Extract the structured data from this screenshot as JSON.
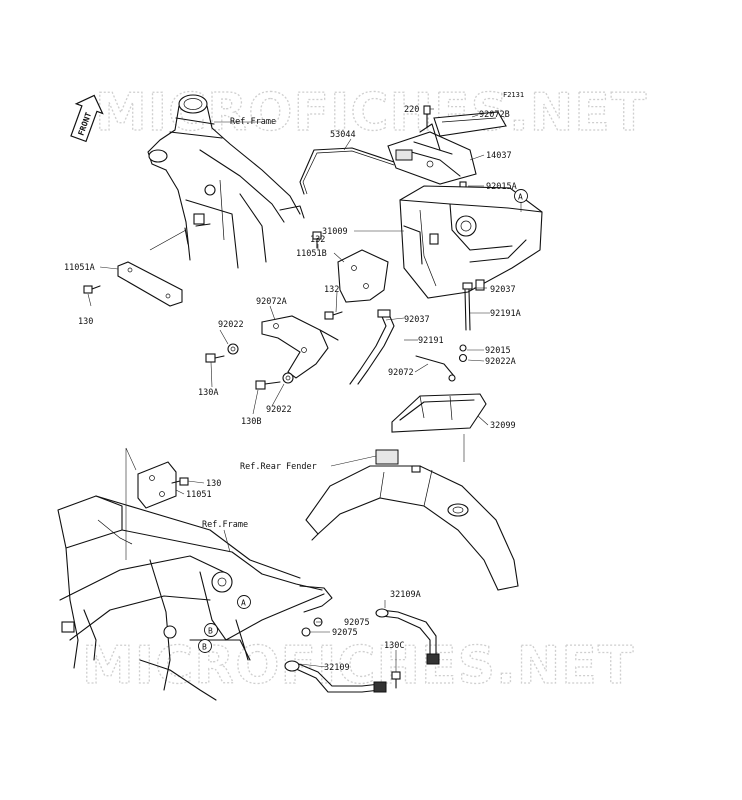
{
  "diagram_code": "F2131",
  "watermark": "MICROFICHES.NET",
  "front_label": "FRONT",
  "ref_labels": {
    "frame_top": "Ref.Frame",
    "rear_fender": "Ref.Rear Fender",
    "frame_bottom": "Ref.Frame"
  },
  "markers": {
    "a": "A",
    "b": "B"
  },
  "parts": {
    "p220": "220",
    "p92072B": "92072B",
    "p53044": "53044",
    "p14037": "14037",
    "p92015A": "92015A",
    "p31009": "31009",
    "p132a": "132",
    "p11051B": "11051B",
    "p132b": "132",
    "p11051A": "11051A",
    "p130": "130",
    "p92072A": "92072A",
    "p92022a": "92022",
    "p130A": "130A",
    "p92022b": "92022",
    "p130B": "130B",
    "p92037a": "92037",
    "p92191A": "92191A",
    "p92037b": "92037",
    "p92191": "92191",
    "p92015": "92015",
    "p92022A": "92022A",
    "p92072": "92072",
    "p32099": "32099",
    "p130b": "130",
    "p11051": "11051",
    "p32109A": "32109A",
    "p92075a": "92075",
    "p92075b": "92075",
    "p130C": "130C",
    "p32109": "32109"
  }
}
